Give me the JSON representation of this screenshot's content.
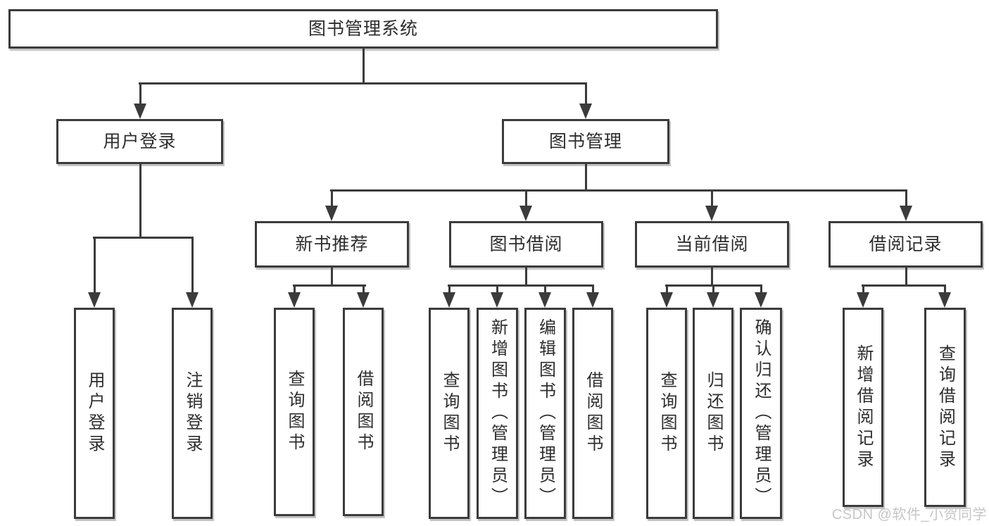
{
  "tree": {
    "label": "图书管理系统",
    "children": [
      {
        "label": "用户登录",
        "children": [
          {
            "label": "用户登录"
          },
          {
            "label": "注销登录"
          }
        ]
      },
      {
        "label": "图书管理",
        "children": [
          {
            "label": "新书推荐",
            "children": [
              {
                "label": "查询图书"
              },
              {
                "label": "借阅图书"
              }
            ]
          },
          {
            "label": "图书借阅",
            "children": [
              {
                "label": "查询图书"
              },
              {
                "label": "新增图书（管理员）"
              },
              {
                "label": "编辑图书（管理员）"
              },
              {
                "label": "借阅图书"
              }
            ]
          },
          {
            "label": "当前借阅",
            "children": [
              {
                "label": "查询图书"
              },
              {
                "label": "归还图书"
              },
              {
                "label": "确认归还（管理员）"
              }
            ]
          },
          {
            "label": "借阅记录",
            "children": [
              {
                "label": "新增借阅记录"
              },
              {
                "label": "查询借阅记录"
              }
            ]
          }
        ]
      }
    ]
  },
  "watermark": {
    "text": "CSDN @软件_小贺同学"
  },
  "colors": {
    "line": "#3b3b3b",
    "box_border": "#3b3b3b",
    "box_fill": "#ffffff",
    "text": "#2d2d2d",
    "watermark": "#c6c6c6",
    "background": "#ffffff"
  }
}
